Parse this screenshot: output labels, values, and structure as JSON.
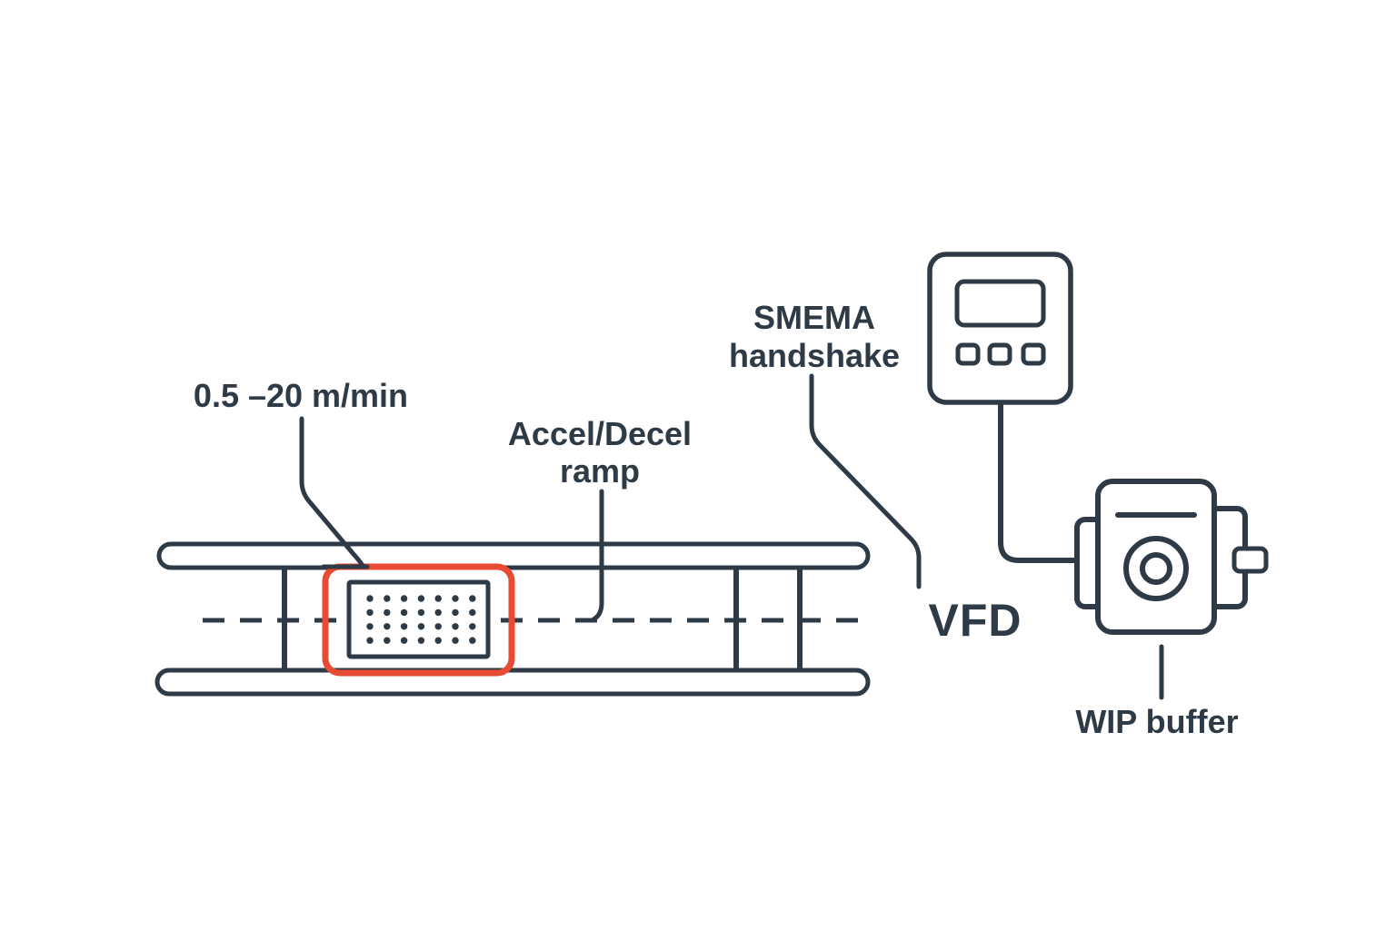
{
  "colors": {
    "outline": "#2e3a45",
    "highlight": "#e84a33",
    "background": "#ffffff"
  },
  "diagram": {
    "speed_label": "0.5 –20 m/min",
    "accel_label_line1": "Accel/Decel",
    "accel_label_line2": "ramp",
    "smema_label_line1": "SMEMA",
    "smema_label_line2": "handshake",
    "vfd_label": "VFD",
    "wip_buffer_label": "WIP buffer",
    "pin_array": {
      "rows": 4,
      "cols": 7
    }
  }
}
